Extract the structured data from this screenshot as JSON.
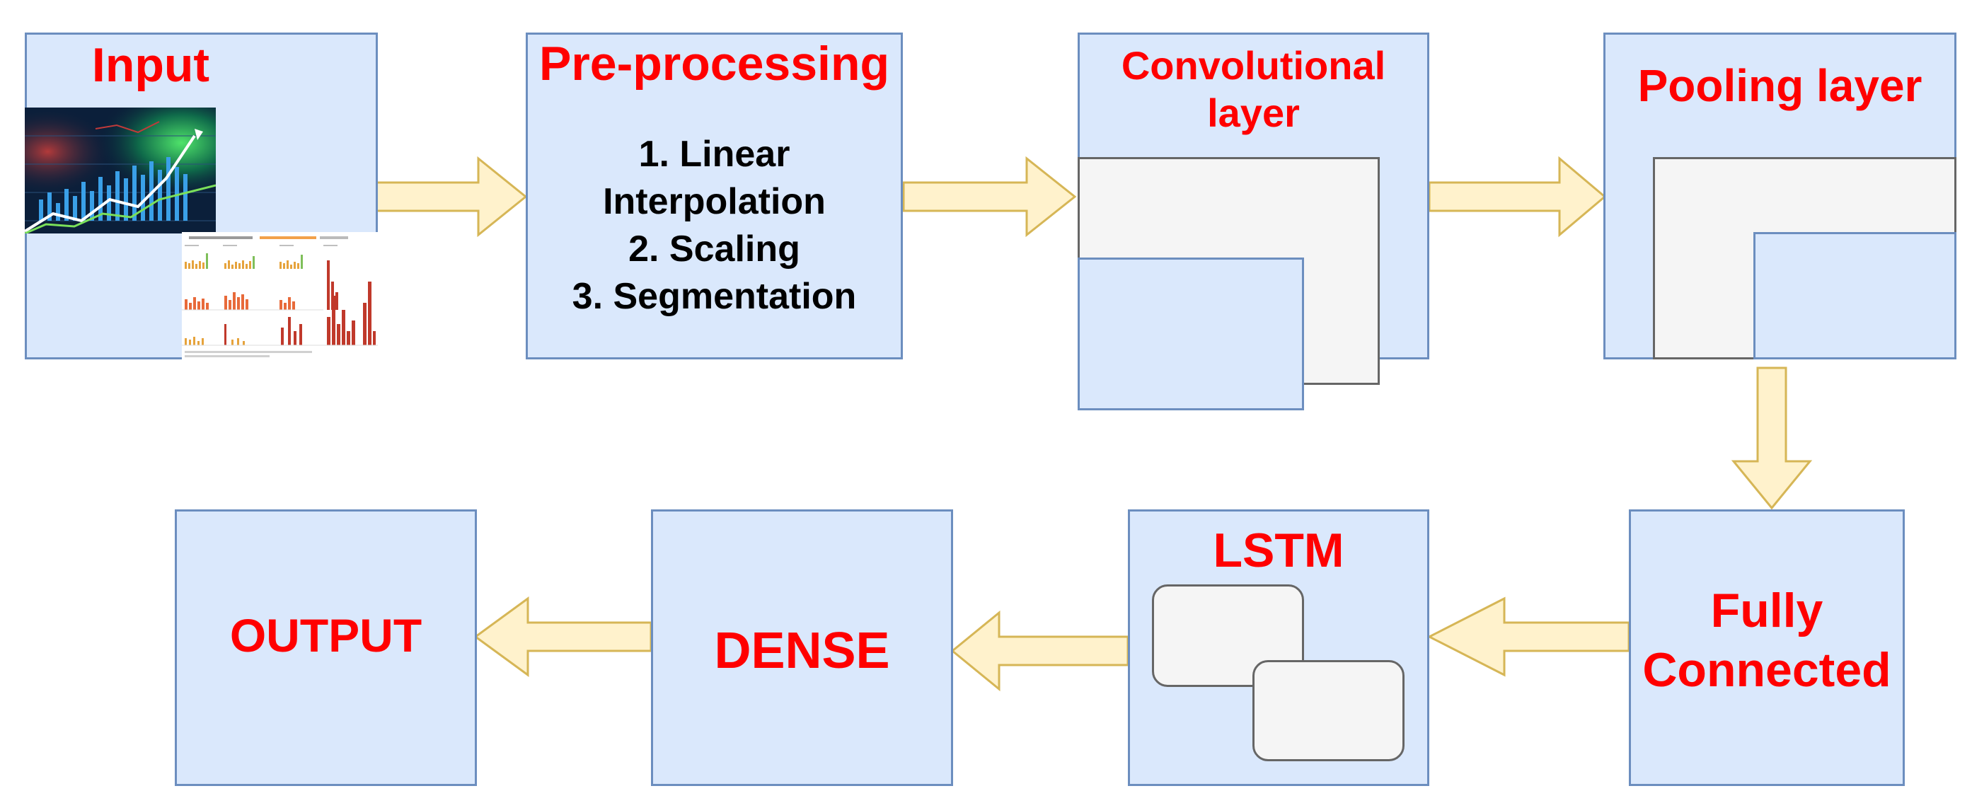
{
  "colors": {
    "box_fill": "#dae8fc",
    "box_stroke": "#6c8ebf",
    "inner_fill": "#f5f5f5",
    "inner_stroke": "#666666",
    "arrow_fill": "#fff2cc",
    "arrow_stroke": "#d6b656",
    "title_color": "#ff0000",
    "text_color": "#000000"
  },
  "nodes": {
    "input": {
      "title": "Input"
    },
    "preprocessing": {
      "title": "Pre-processing",
      "steps": [
        "1. Linear",
        "Interpolation",
        "2. Scaling",
        "3. Segmentation"
      ]
    },
    "convolutional": {
      "title_line1": "Convolutional",
      "title_line2": "layer"
    },
    "pooling": {
      "title": "Pooling layer"
    },
    "fully_connected": {
      "title_line1": "Fully",
      "title_line2": "Connected"
    },
    "lstm": {
      "title": "LSTM"
    },
    "dense": {
      "title": "DENSE"
    },
    "output": {
      "title": "OUTPUT"
    }
  },
  "edges": [
    [
      "Input",
      "Pre-processing"
    ],
    [
      "Pre-processing",
      "Convolutional layer"
    ],
    [
      "Convolutional layer",
      "Pooling layer"
    ],
    [
      "Pooling layer",
      "Fully Connected"
    ],
    [
      "Fully Connected",
      "LSTM"
    ],
    [
      "LSTM",
      "DENSE"
    ],
    [
      "DENSE",
      "OUTPUT"
    ]
  ]
}
